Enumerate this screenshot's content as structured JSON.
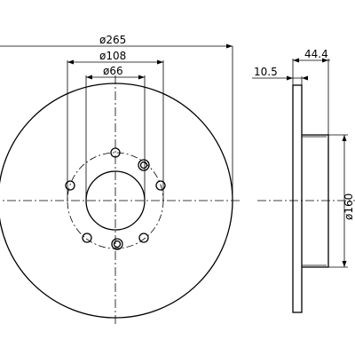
{
  "drawing": {
    "line_color": "#000000",
    "background": "#ffffff",
    "front_view": {
      "outer_diameter_label": "ø265",
      "bolt_circle_label": "ø108",
      "center_bore_label": "ø66",
      "bolt_holes": 5,
      "locating_holes": 2
    },
    "side_view": {
      "total_height_label": "44.4",
      "disc_thickness_label": "10.5",
      "hub_diameter_label": "ø160"
    }
  }
}
